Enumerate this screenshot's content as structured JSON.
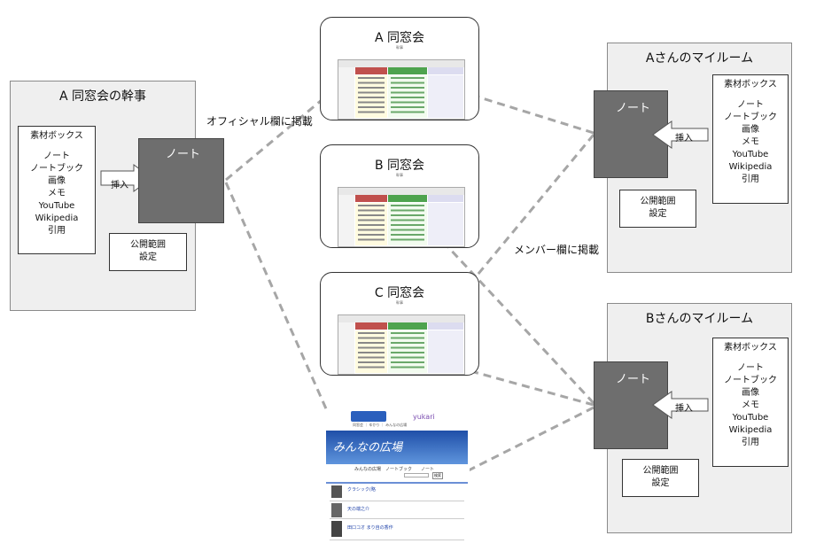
{
  "kanji_panel": {
    "title": "A 同窓会の幹事",
    "material_box": {
      "title": "素材ボックス",
      "items": [
        "ノート",
        "ノートブック",
        "画像",
        "メモ",
        "YouTube",
        "Wikipedia",
        "引用"
      ]
    },
    "note_label": "ノート",
    "insert_label": "挿入",
    "scope_label": [
      "公開範囲",
      "設定"
    ]
  },
  "room_a": {
    "title": "Aさんのマイルーム",
    "material_box": {
      "title": "素材ボックス",
      "items": [
        "ノート",
        "ノートブック",
        "画像",
        "メモ",
        "YouTube",
        "Wikipedia",
        "引用"
      ]
    },
    "note_label": "ノート",
    "insert_label": "挿入",
    "scope_label": [
      "公開範囲",
      "設定"
    ]
  },
  "room_b": {
    "title": "Bさんのマイルーム",
    "material_box": {
      "title": "素材ボックス",
      "items": [
        "ノート",
        "ノートブック",
        "画像",
        "メモ",
        "YouTube",
        "Wikipedia",
        "引用"
      ]
    },
    "note_label": "ノート",
    "insert_label": "挿入",
    "scope_label": [
      "公開範囲",
      "設定"
    ]
  },
  "associations": [
    {
      "title": "A 同窓会",
      "sub": "幹事"
    },
    {
      "title": "B 同窓会",
      "sub": "幹事"
    },
    {
      "title": "C 同窓会",
      "sub": "幹事"
    }
  ],
  "labels": {
    "official": "オフィシャル欄に掲載",
    "member": "メンバー欄に掲載"
  },
  "plaza": {
    "brand": "yukari",
    "nav": "同窓会 ｜ ゆかり ｜ みんなの広場",
    "banner": "みんなの広場",
    "tabs": "みんなの広場　ノートブック　　ノート",
    "search_btn": "検索",
    "items": [
      "クラシック(略",
      "天の端之介",
      "田口コオ まり自の香作"
    ]
  },
  "colors": {
    "panel_bg": "#efefef",
    "note_bg": "#6e6e6e",
    "dashed_line": "#a6a6a6",
    "official_header": "#c0504d",
    "member_header": "#4ea34e",
    "banner_blue": "#2a5fbd"
  }
}
